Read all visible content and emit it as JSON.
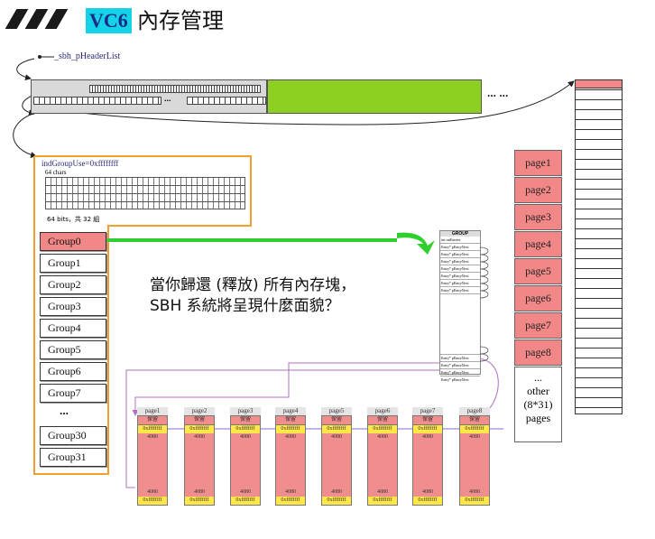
{
  "title": {
    "highlight": "VC6",
    "rest": "內存管理"
  },
  "header_list_label": "_sbh_pHeaderList",
  "dots_horizontal": "... ...",
  "header_row_dots": "...",
  "index_label": "indGroupUse=0xffffffff",
  "chars_label": "64 chars",
  "bits_label": "64 bits，共 32 組",
  "groups": [
    "Group0",
    "Group1",
    "Group2",
    "Group3",
    "Group4",
    "Group5",
    "Group6",
    "Group7",
    "...",
    "Group30",
    "Group31"
  ],
  "question": [
    "當你歸還 (釋放) 所有內存塊，",
    "SBH 系統將呈現什麼面貌？"
  ],
  "group_panel": {
    "title": "GROUP",
    "top_row": "int cntEntries",
    "rows": [
      "Entry* pEntryNext",
      "Entry* pEntryNext",
      "Entry* pEntryNext",
      "Entry* pEntryNext",
      "Entry* pEntryNext",
      "Entry* pEntryNext",
      "Entry* pEntryNext"
    ],
    "bottom_rows": [
      "Entry* pEntryNext",
      "Entry* pEntryNext",
      "Entry* pEntryNext",
      "Entry* pEntryNext"
    ]
  },
  "side_pages": [
    "page1",
    "page2",
    "page3",
    "page4",
    "page5",
    "page6",
    "page7",
    "page8"
  ],
  "other_pages": [
    "...",
    "other",
    "(8*31)",
    "pages"
  ],
  "bottom_pages": {
    "labels": [
      "page1",
      "page2",
      "page3",
      "page4",
      "page5",
      "page6",
      "page7",
      "page8"
    ],
    "reserved": "保留",
    "marker": "0xffffffff",
    "size": "4080"
  },
  "colors": {
    "accent_cyan": "#14d3e6",
    "green": "#8dd021",
    "page_pink": "#f28787",
    "group_border": "#f0a030",
    "arrow_green": "#2fcf2f"
  }
}
